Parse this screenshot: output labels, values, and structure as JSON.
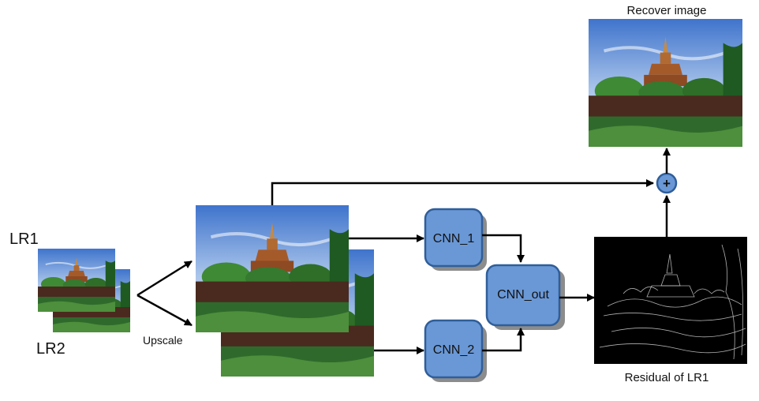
{
  "labels": {
    "lr1": "LR1",
    "lr2": "LR2",
    "upscale": "Upscale",
    "recover": "Recover image",
    "residual": "Residual of LR1"
  },
  "nodes": {
    "cnn1": "CNN_1",
    "cnn2": "CNN_2",
    "cnn_out": "CNN_out",
    "add_symbol": "+"
  },
  "colors": {
    "node_fill": "#6a98d6",
    "node_stroke": "#2f5e9a",
    "node_shadow": "#8c8c8c",
    "arrow": "#000000",
    "sky": "#4f86d8",
    "foliage": "#2c6e2a",
    "temple": "#a0582a",
    "residual_bg": "#000000"
  }
}
